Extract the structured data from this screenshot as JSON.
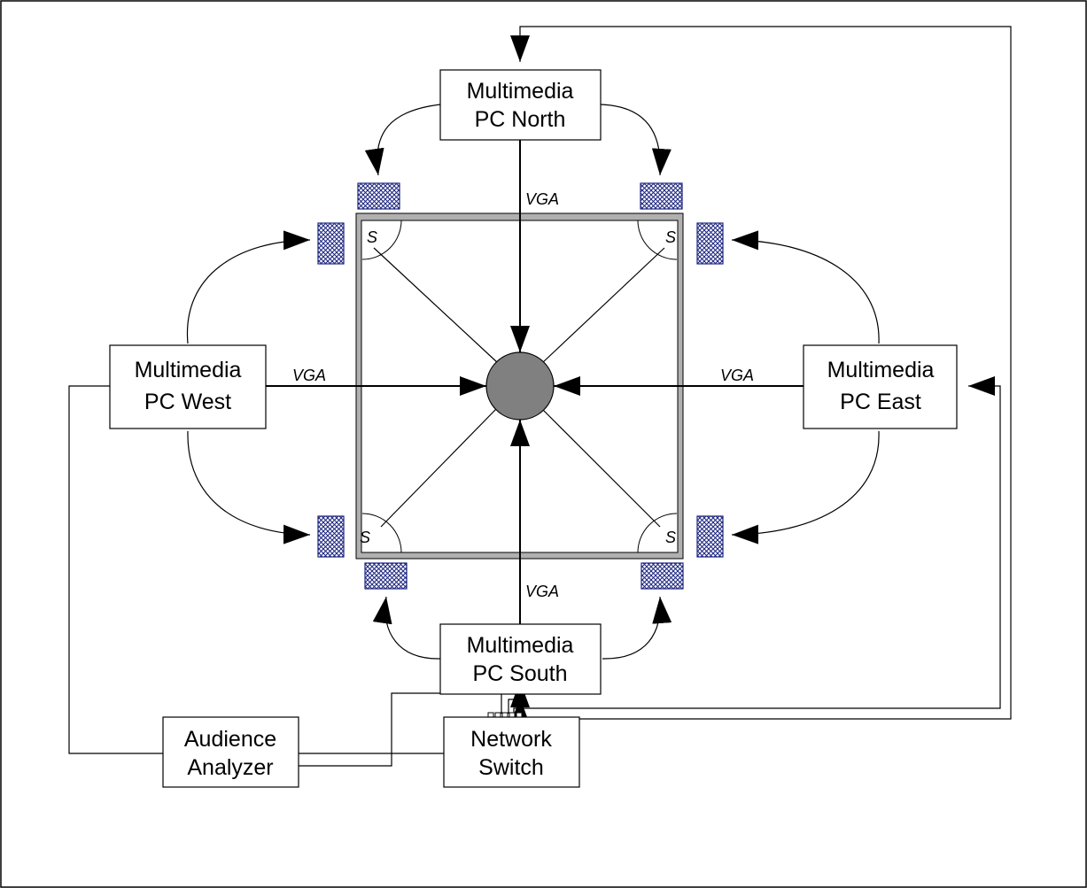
{
  "nodes": {
    "north": {
      "line1": "Multimedia",
      "line2": "PC North"
    },
    "west": {
      "line1": "Multimedia",
      "line2": "PC West"
    },
    "east": {
      "line1": "Multimedia",
      "line2": "PC East"
    },
    "south": {
      "line1": "Multimedia",
      "line2": "PC South"
    },
    "switch": {
      "line1": "Network",
      "line2": "Switch"
    },
    "analyzer": {
      "line1": "Audience",
      "line2": "Analyzer"
    }
  },
  "links": {
    "north": "VGA",
    "west": "VGA",
    "east": "VGA",
    "south": "VGA"
  },
  "sensor_label": "S",
  "colors": {
    "line": "#000000",
    "frame": "#b0b0b0",
    "center": "#808080",
    "speaker_hatch": "#1a237e"
  }
}
